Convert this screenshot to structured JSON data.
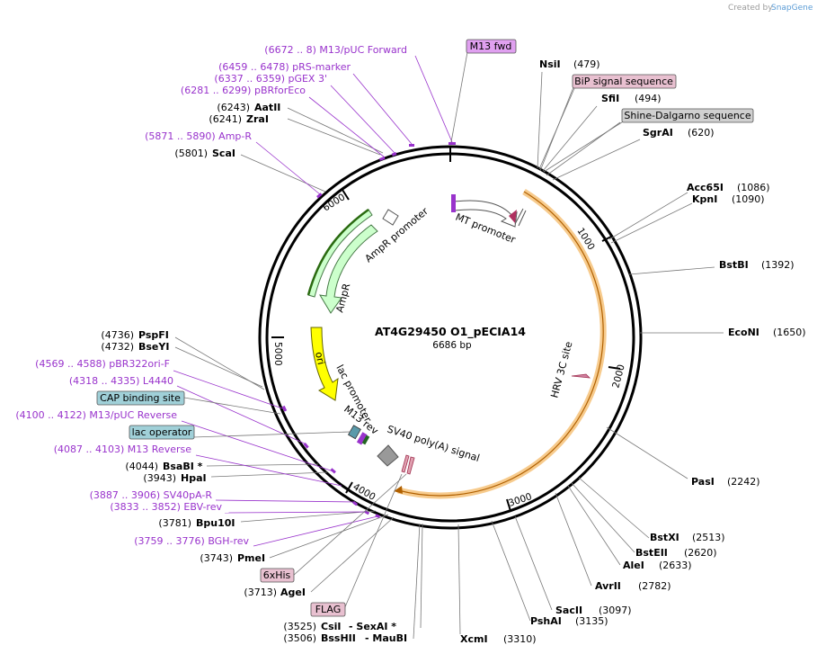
{
  "credit": {
    "text": "Created by",
    "brand": "SnapGene"
  },
  "plasmid": {
    "name": "AT4G29450 O1_pECIA14",
    "size_label": "6686 bp"
  },
  "ticks": [
    "1000",
    "2000",
    "3000",
    "4000",
    "5000",
    "6000"
  ],
  "feature_labels": {
    "mt_promoter": "MT promoter",
    "ampr_promoter": "AmpR promoter",
    "ampr": "AmpR",
    "ori": "ori",
    "lac_promoter": "lac promoter",
    "m13_rev": "M13 rev",
    "sv40": "SV40 poly(A) signal",
    "hrv": "HRV 3C site"
  },
  "boxed_features": {
    "m13_fwd": "M13 fwd",
    "bip": "BiP signal sequence",
    "shine": "Shine-Dalgarno sequence",
    "cap": "CAP binding site",
    "lac_op": "lac operator",
    "his": "6xHis",
    "flag": "FLAG"
  },
  "primers": {
    "m13_puc_fwd": "(6672 .. 8)  M13/pUC Forward",
    "prs": "(6459 .. 6478)  pRS-marker",
    "pgex": "(6337 .. 6359)  pGEX 3'",
    "pbrfor": "(6281 .. 6299)  pBRforEco",
    "ampr_p": "(5871 .. 5890)  Amp-R",
    "pbr322": "(4569 .. 4588)  pBR322ori-F",
    "l4440": "(4318 .. 4335)  L4440",
    "m13puc_rev": "(4100 .. 4122)  M13/pUC Reverse",
    "m13_reverse": "(4087 .. 4103)  M13 Reverse",
    "sv40pa": "(3887 .. 3906)  SV40pA-R",
    "ebv": "(3833 .. 3852)  EBV-rev",
    "bgh": "(3759 .. 3776)  BGH-rev"
  },
  "sites": {
    "nsii": {
      "name": "NsiI",
      "pos": "(479)"
    },
    "sfii": {
      "name": "SfiI",
      "pos": "(494)"
    },
    "sgrai": {
      "name": "SgrAI",
      "pos": "(620)"
    },
    "acc65i": {
      "name": "Acc65I",
      "pos": "(1086)"
    },
    "kpni": {
      "name": "KpnI",
      "pos": "(1090)"
    },
    "bstbi": {
      "name": "BstBI",
      "pos": "(1392)"
    },
    "econi": {
      "name": "EcoNI",
      "pos": "(1650)"
    },
    "pasi": {
      "name": "PasI",
      "pos": "(2242)"
    },
    "bstxi": {
      "name": "BstXI",
      "pos": "(2513)"
    },
    "bsteii": {
      "name": "BstEII",
      "pos": "(2620)"
    },
    "alei": {
      "name": "AleI",
      "pos": "(2633)"
    },
    "avrii": {
      "name": "AvrII",
      "pos": "(2782)"
    },
    "sacii": {
      "name": "SacII",
      "pos": "(3097)"
    },
    "pshai": {
      "name": "PshAI",
      "pos": "(3135)"
    },
    "xcmi": {
      "name": "XcmI",
      "pos": "(3310)"
    },
    "csii": {
      "name": "CsiI",
      "pos": "(3525)",
      "pair": "-  SexAI *"
    },
    "bsshii": {
      "name": "BssHII",
      "pos": "(3506)",
      "pair": "-  MauBI"
    },
    "agei": {
      "name": "AgeI",
      "pos": "(3713)"
    },
    "pmei": {
      "name": "PmeI",
      "pos": "(3743)"
    },
    "bpu10i": {
      "name": "Bpu10I",
      "pos": "(3781)"
    },
    "hpai": {
      "name": "HpaI",
      "pos": "(3943)"
    },
    "bsabi": {
      "name": "BsaBI *",
      "pos": "(4044)"
    },
    "bseyi": {
      "name": "BseYI",
      "pos": "(4732)"
    },
    "pspfi": {
      "name": "PspFI",
      "pos": "(4736)"
    },
    "scai": {
      "name": "ScaI",
      "pos": "(5801)"
    },
    "zrai": {
      "name": "ZraI",
      "pos": "(6241)"
    },
    "aatii": {
      "name": "AatII",
      "pos": "(6243)"
    }
  },
  "colors": {
    "primer": "#9933cc",
    "orf_yellow": "#ffff00",
    "ampr_green": "#ccffcc",
    "orange": "#f0a030",
    "box_pink": "#e8c0d0",
    "box_teal": "#a0d0d8",
    "box_gray": "#d0d0d0",
    "box_violet": "#e0a0f0"
  }
}
